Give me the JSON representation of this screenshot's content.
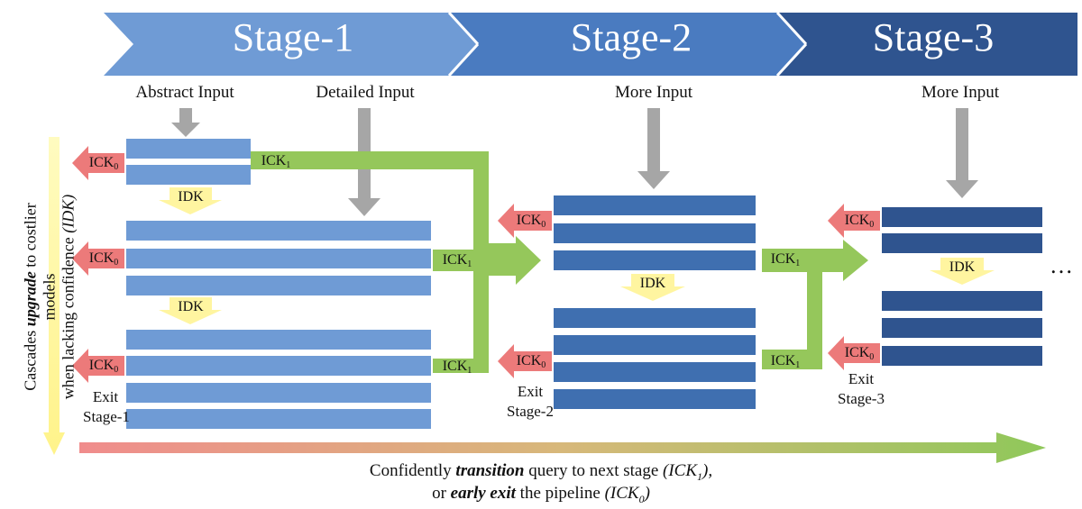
{
  "stages": [
    {
      "label": "Stage-1",
      "color": "#6f9bd5"
    },
    {
      "label": "Stage-2",
      "color": "#4a7bc0"
    },
    {
      "label": "Stage-3",
      "color": "#2f548f"
    }
  ],
  "inputs": {
    "abstract": "Abstract Input",
    "detailed": "Detailed Input",
    "more_1": "More Input",
    "more_2": "More Input"
  },
  "tokens": {
    "idk": "IDK",
    "ick0": "ICK",
    "ick1": "ICK",
    "sub0": "0",
    "sub1": "1"
  },
  "exits": {
    "stage1": [
      "Exit",
      "Stage-1"
    ],
    "stage2": [
      "Exit",
      "Stage-2"
    ],
    "stage3": [
      "Exit",
      "Stage-3"
    ]
  },
  "ellipsis": "…",
  "vertical_caption": {
    "line1_pre": "Cascades ",
    "line1_em": "upgrade",
    "line1_post": " to costlier models",
    "line2_pre": "when lacking confidence ",
    "line2_em": "(IDK)"
  },
  "bottom_caption": {
    "line1_pre": "Confidently ",
    "line1_em": "transition",
    "line1_post": " query to next stage ",
    "line1_paren": "(ICK",
    "line1_sub": "1",
    "line1_close": "),",
    "line2_pre": "or ",
    "line2_em": "early exit",
    "line2_post": " the pipeline ",
    "line2_paren": "(ICK",
    "line2_sub": "0",
    "line2_close": ")"
  },
  "colors": {
    "stage1_bars": "#6f9bd5",
    "stage2_bars": "#3f6fb0",
    "stage3_bars": "#2f548f",
    "ick0_arrow": "#ec7a7a",
    "ick1_arrow": "#95c75b",
    "idk_arrow": "#fff5a0",
    "input_arrow": "#a6a6a6"
  }
}
